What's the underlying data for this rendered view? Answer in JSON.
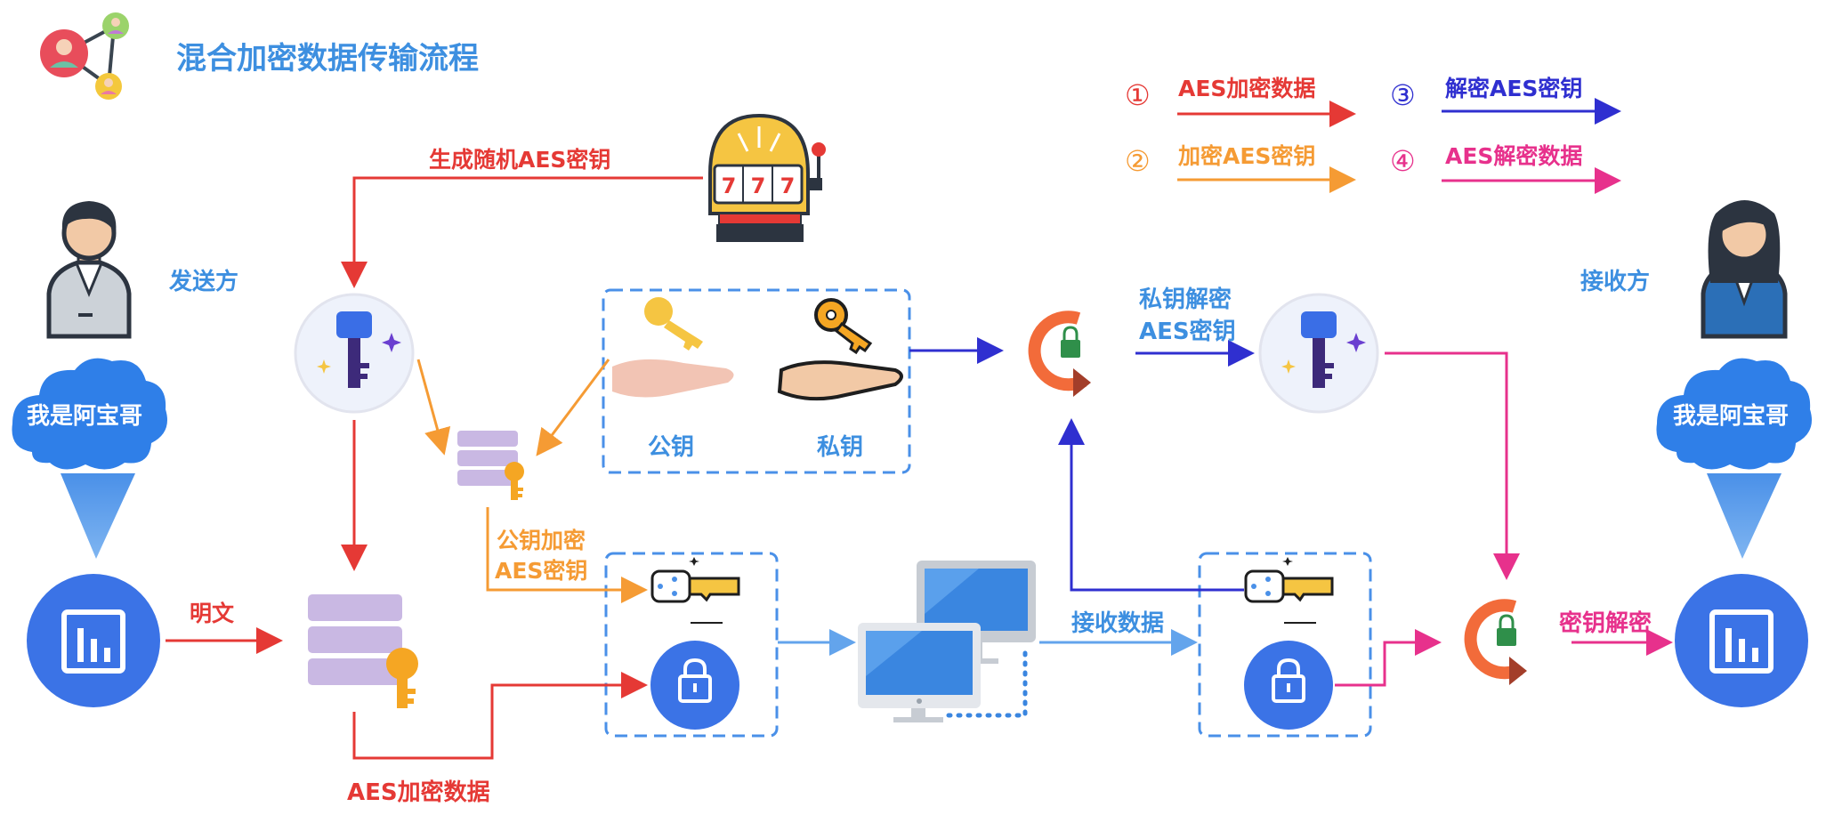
{
  "title": "混合加密数据传输流程",
  "sender": {
    "label": "发送方",
    "cloud_text": "我是阿宝哥"
  },
  "receiver": {
    "label": "接收方",
    "cloud_text": "我是阿宝哥"
  },
  "legend": [
    {
      "num": "①",
      "text": "AES加密数据",
      "color": "#e53935"
    },
    {
      "num": "②",
      "text": "加密AES密钥",
      "color": "#f59b34"
    },
    {
      "num": "③",
      "text": "解密AES密钥",
      "color": "#2f2fd0"
    },
    {
      "num": "④",
      "text": "AES解密数据",
      "color": "#e7318c"
    }
  ],
  "labels": {
    "generate_key": "生成随机AES密钥",
    "plaintext": "明文",
    "public_key": "公钥",
    "private_key": "私钥",
    "pubkey_encrypt_l1": "公钥加密",
    "pubkey_encrypt_l2": "AES密钥",
    "aes_encrypt_data": "AES加密数据",
    "privkey_decrypt_l1": "私钥解密",
    "privkey_decrypt_l2": "AES密钥",
    "receive_data": "接收数据",
    "key_decrypt": "密钥解密"
  },
  "slot_digits": "777",
  "colors": {
    "red": "#e53935",
    "orange": "#f59b34",
    "blue": "#2f2fd0",
    "pink": "#e7318c",
    "light_blue": "#3d8fe0",
    "brand_blue": "#3b73e6"
  }
}
